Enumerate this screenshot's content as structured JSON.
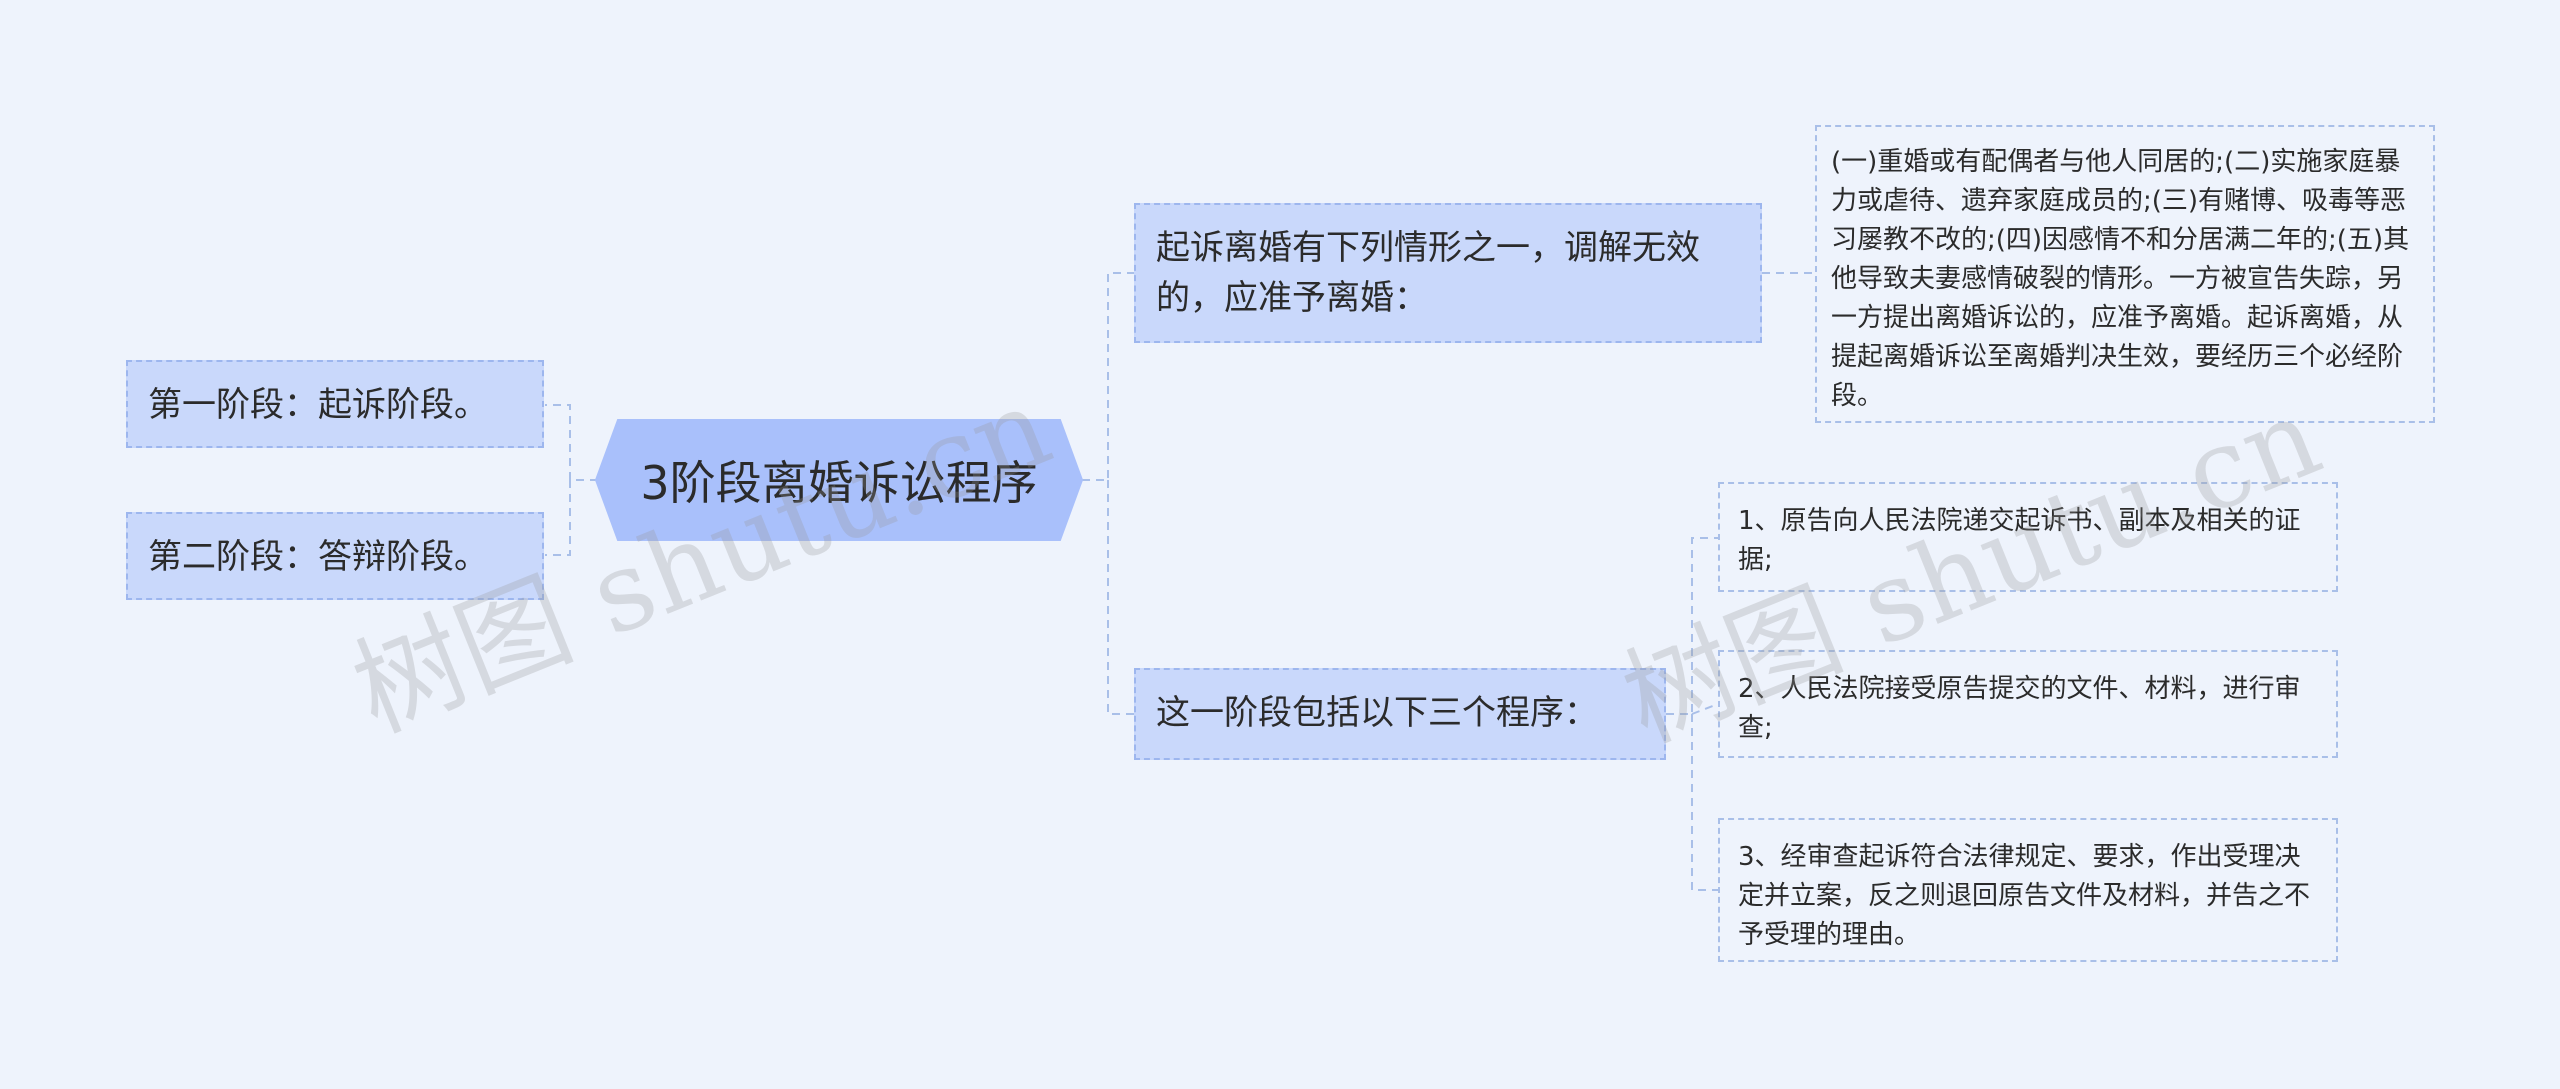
{
  "root": {
    "label": "3阶段离婚诉讼程序"
  },
  "left": [
    {
      "label": "第一阶段：起诉阶段。"
    },
    {
      "label": "第二阶段：答辩阶段。"
    }
  ],
  "right": [
    {
      "label": "起诉离婚有下列情形之一，调解无效的，应准予离婚：",
      "children": [
        {
          "label": "(一)重婚或有配偶者与他人同居的;(二)实施家庭暴力或虐待、遗弃家庭成员的;(三)有赌博、吸毒等恶习屡教不改的;(四)因感情不和分居满二年的;(五)其他导致夫妻感情破裂的情形。一方被宣告失踪，另一方提出离婚诉讼的，应准予离婚。起诉离婚，从提起离婚诉讼至离婚判决生效，要经历三个必经阶段。"
        }
      ]
    },
    {
      "label": "这一阶段包括以下三个程序：",
      "children": [
        {
          "label": "1、原告向人民法院递交起诉书、副本及相关的证据;"
        },
        {
          "label": "2、人民法院接受原告提交的文件、材料，进行审查;"
        },
        {
          "label": "3、经审查起诉符合法律规定、要求，作出受理决定并立案，反之则退回原告文件及材料，并告之不予受理的理由。"
        }
      ]
    }
  ],
  "watermark": "树图 shutu.cn",
  "colors": {
    "background": "#eef3fc",
    "root_fill": "#a9c0fb",
    "node_fill": "#c9d8fb",
    "connector": "#a9bfe8"
  }
}
